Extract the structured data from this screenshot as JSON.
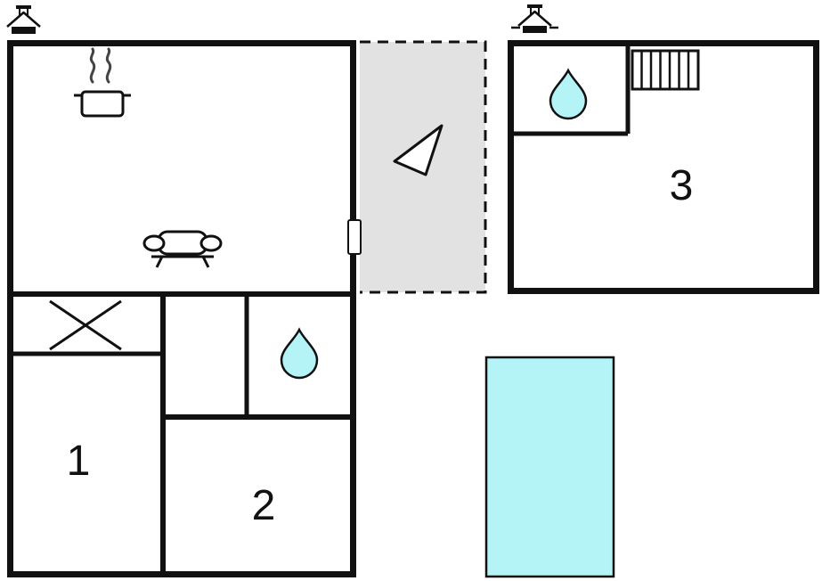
{
  "colors": {
    "wall": "#111111",
    "terrace_fill": "#e2e2e2",
    "pool_fill": "#b4f3f6",
    "water_fill": "#b4f3f6",
    "background": "#ffffff"
  },
  "rooms": [
    {
      "name": "room-1",
      "label": "1"
    },
    {
      "name": "room-2",
      "label": "2"
    },
    {
      "name": "room-3",
      "label": "3"
    }
  ],
  "areas": {
    "terrace": "terrace",
    "pool": "swimming-pool"
  },
  "icons": [
    {
      "name": "chimney-icon-left"
    },
    {
      "name": "chimney-icon-right"
    },
    {
      "name": "stove-pot-icon"
    },
    {
      "name": "steam-icon"
    },
    {
      "name": "sofa-icon"
    },
    {
      "name": "window-x-icon"
    },
    {
      "name": "door-icon"
    },
    {
      "name": "entrance-arrow-icon"
    },
    {
      "name": "water-drop-icon-bathroom"
    },
    {
      "name": "water-drop-icon-annex"
    },
    {
      "name": "radiator-icon"
    }
  ]
}
